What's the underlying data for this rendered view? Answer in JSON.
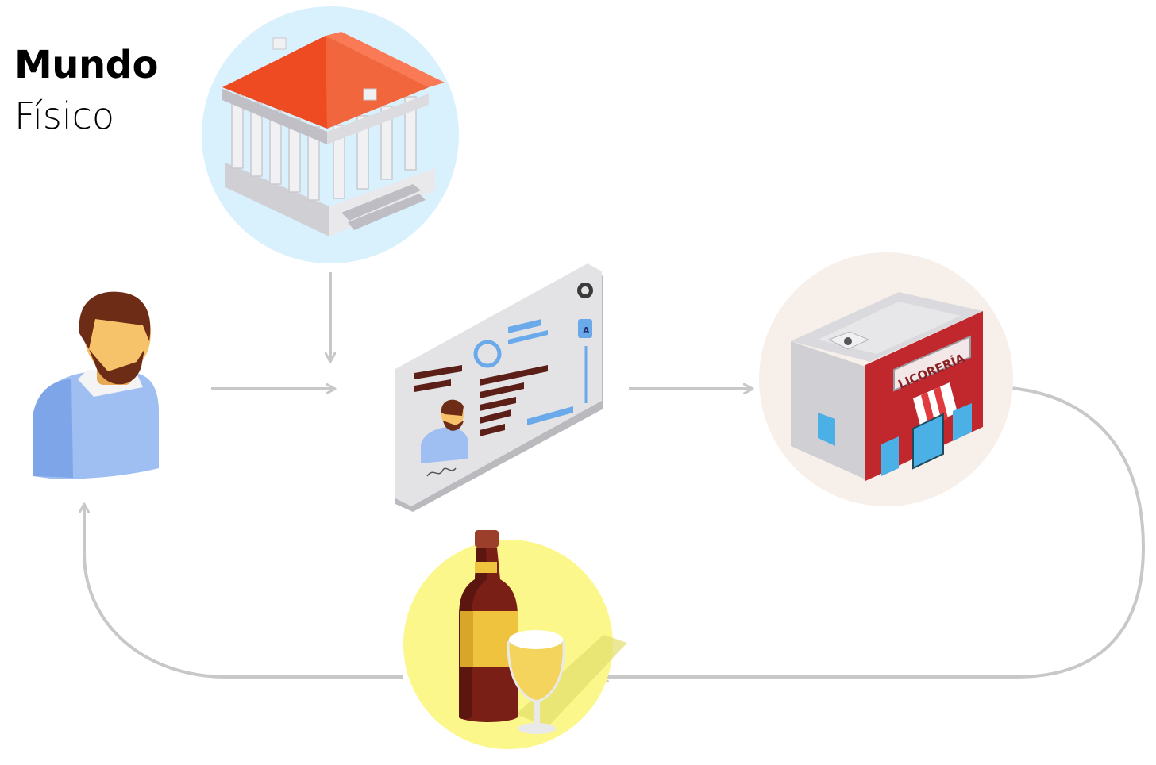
{
  "title": {
    "line1": "Mundo",
    "line2": "Físico"
  },
  "store": {
    "sign": "LICORERÍA"
  },
  "id_card": {
    "badge": "A"
  },
  "colors": {
    "arrow": "#c8c8c8",
    "government_circle": "#d9f0fd",
    "store_circle": "#f7efe9",
    "drink_circle": "#fbf78a",
    "roof": "#ee4b22",
    "store_wall": "#c0282d",
    "shirt": "#9fbef2",
    "hair": "#6d2c16",
    "skin": "#f6c36a",
    "card_accent": "#6aa9ea"
  },
  "icons": [
    "government-building-icon",
    "person-icon",
    "id-card-icon",
    "liquor-store-icon",
    "beer-bottle-icon",
    "beer-glass-icon"
  ]
}
